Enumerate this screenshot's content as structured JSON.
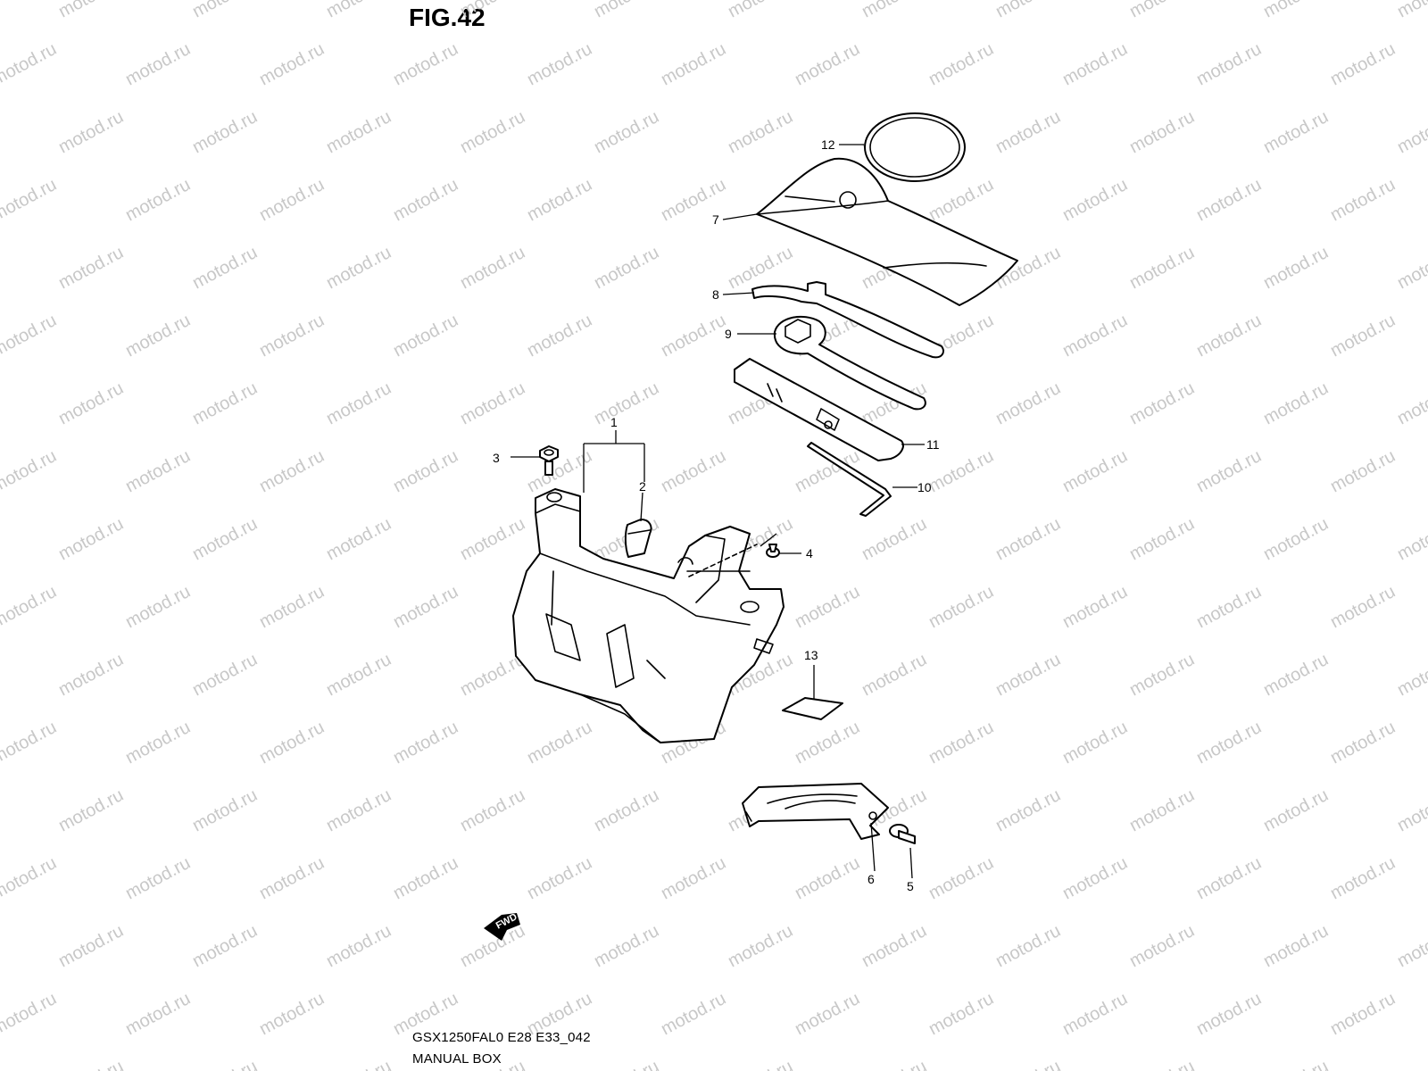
{
  "figure": {
    "title": "FIG.42"
  },
  "footer": {
    "model_code": "GSX1250FAL0 E28 E33_042",
    "section_name": "MANUAL BOX"
  },
  "watermark": "motod.ru",
  "fwd_badge": "FWD",
  "callouts": [
    "1",
    "2",
    "3",
    "4",
    "5",
    "6",
    "7",
    "8",
    "9",
    "10",
    "11",
    "12",
    "13"
  ]
}
